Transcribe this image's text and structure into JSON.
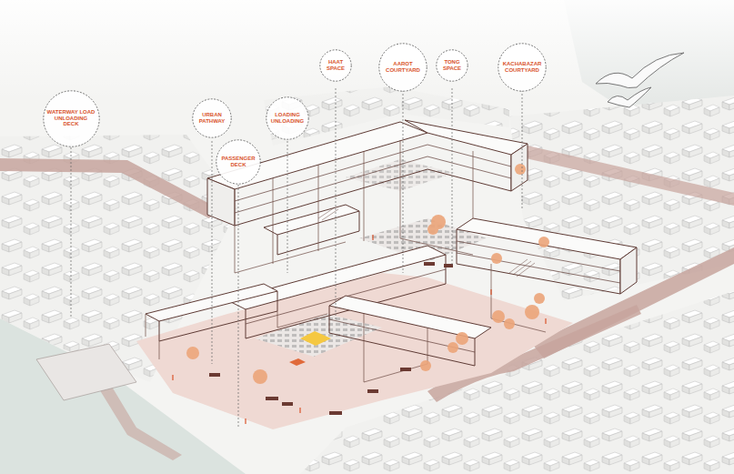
{
  "diagram": {
    "nodes": [
      {
        "text": [
          "WATERWAY LOAD UNLOADING DECK"
        ]
      },
      {
        "text": [
          "URBAN PATHWAY"
        ]
      },
      {
        "text": [
          "PASSENGER DECK"
        ]
      },
      {
        "text": [
          "LOADING UNLOADING"
        ]
      },
      {
        "text": [
          "HAAT SPACE"
        ]
      },
      {
        "text": [
          "AAROT COURTYARD"
        ]
      },
      {
        "text": [
          "TONG SPACE"
        ]
      },
      {
        "text": [
          "KACHABAZAR COURTYARD"
        ]
      }
    ]
  }
}
